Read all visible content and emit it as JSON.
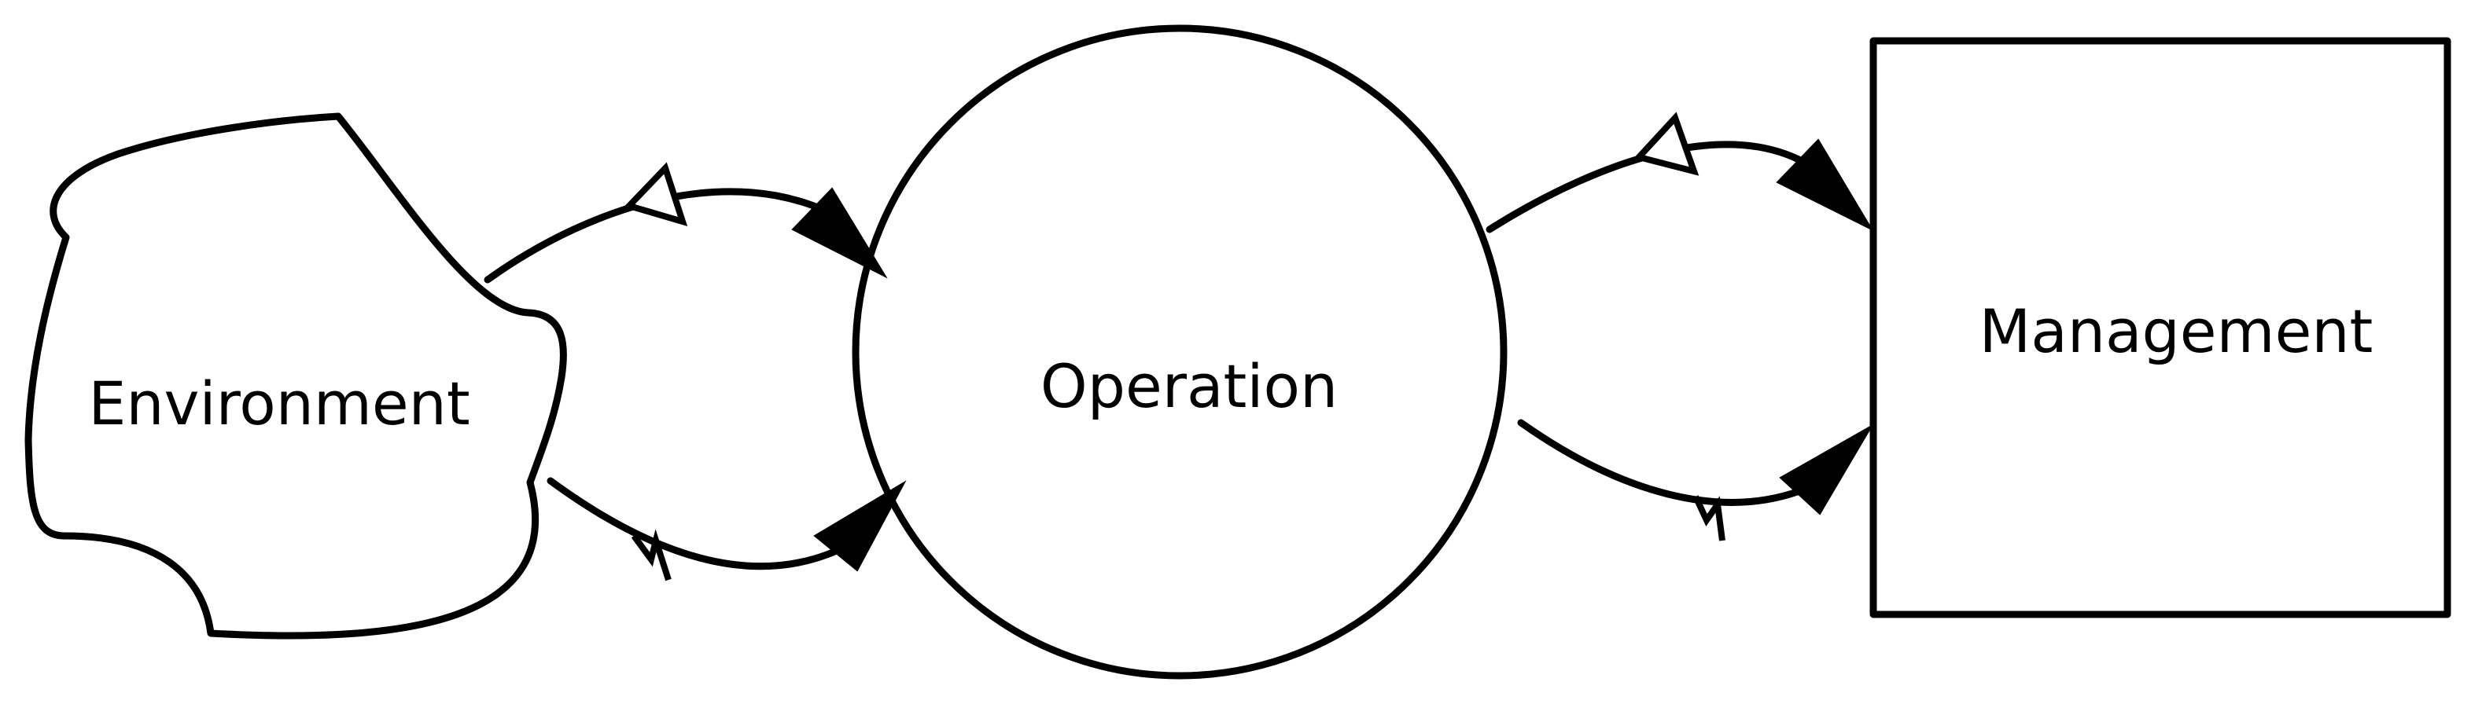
{
  "diagram": {
    "nodes": {
      "environment": {
        "label": "Environment"
      },
      "operation": {
        "label": "Operation"
      },
      "management": {
        "label": "Management"
      }
    }
  }
}
